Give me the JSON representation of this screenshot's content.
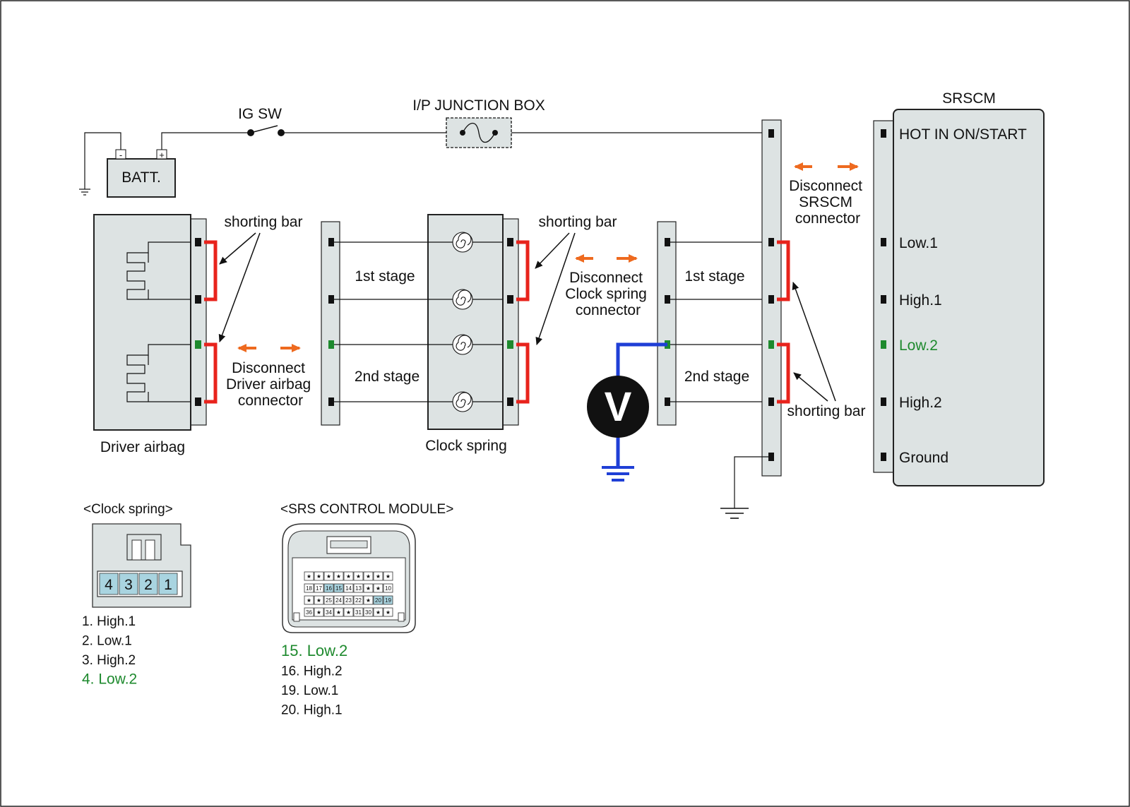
{
  "labels": {
    "ig_sw": "IG SW",
    "junction_box": "I/P JUNCTION BOX",
    "batt": "BATT.",
    "batt_minus": "-",
    "batt_plus": "+",
    "srscm": "SRSCM",
    "driver_airbag": "Driver airbag",
    "clock_spring": "Clock spring",
    "shorting_bar_1": "shorting bar",
    "shorting_bar_2": "shorting bar",
    "shorting_bar_3": "shorting bar",
    "stage1_left": "1st stage",
    "stage2_left": "2nd stage",
    "stage1_right": "1st stage",
    "stage2_right": "2nd stage",
    "disc_driver": [
      "Disconnect",
      "Driver airbag",
      "connector"
    ],
    "disc_clock": [
      "Disconnect",
      "Clock spring",
      "connector"
    ],
    "disc_srscm": [
      "Disconnect",
      "SRSCM",
      "connector"
    ],
    "voltmeter": "V"
  },
  "srscm_pins": [
    {
      "label": "HOT IN ON/START",
      "green": false
    },
    {
      "label": "Low.1",
      "green": false
    },
    {
      "label": "High.1",
      "green": false
    },
    {
      "label": "Low.2",
      "green": true
    },
    {
      "label": "High.2",
      "green": false
    },
    {
      "label": "Ground",
      "green": false
    }
  ],
  "clock_spring_connector": {
    "title": "<Clock spring>",
    "pins": [
      "4",
      "3",
      "2",
      "1"
    ],
    "legend": [
      {
        "text": "1. High.1",
        "green": false
      },
      {
        "text": "2. Low.1",
        "green": false
      },
      {
        "text": "3. High.2",
        "green": false
      },
      {
        "text": "4. Low.2",
        "green": true
      }
    ]
  },
  "srs_module_connector": {
    "title": "<SRS CONTROL MODULE>",
    "rows": [
      [
        "★",
        "★",
        "★",
        "★",
        "★",
        "★",
        "★",
        "★",
        "★"
      ],
      [
        "18",
        "17",
        "16",
        "15",
        "14",
        "13",
        "★",
        "★",
        "10"
      ],
      [
        "★",
        "★",
        "25",
        "24",
        "23",
        "22",
        "★",
        "20",
        "19"
      ],
      [
        "36",
        "★",
        "34",
        "★",
        "★",
        "31",
        "30",
        "★",
        "★"
      ]
    ],
    "highlighted": [
      "16",
      "15",
      "20",
      "19"
    ],
    "legend": [
      {
        "text": "15. Low.2",
        "green": true
      },
      {
        "text": "16. High.2",
        "green": false
      },
      {
        "text": "19. Low.1",
        "green": false
      },
      {
        "text": "20. High.1",
        "green": false
      }
    ]
  },
  "colors": {
    "wire": "#111111",
    "shorting_bar": "#e8231c",
    "meter_lead": "#1f3fd6",
    "disconnect_arrow": "#ee6a1f",
    "low2_text": "#1e8a2e",
    "connector_fill": "#dde3e3",
    "highlight_cell": "#a9d4e0"
  }
}
